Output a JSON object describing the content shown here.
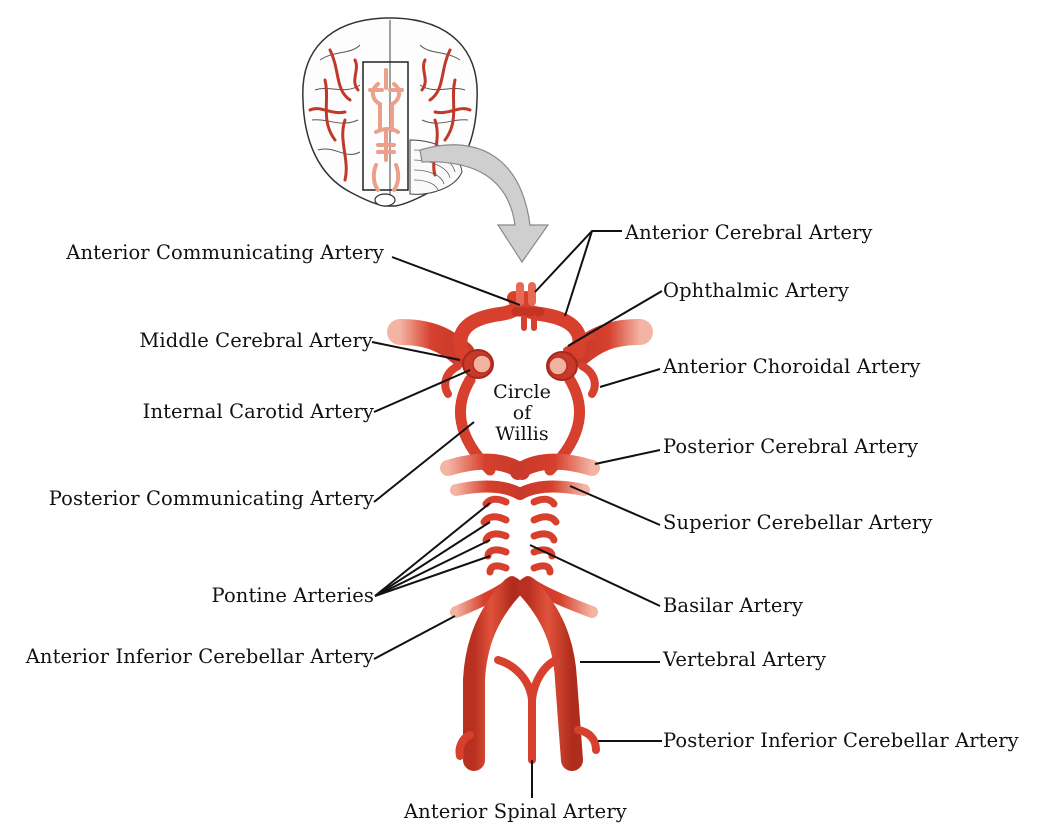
{
  "diagram": {
    "center_text": [
      "Circle",
      "of",
      "Willis"
    ],
    "labels": {
      "anterior_communicating": "Anterior Communicating Artery",
      "anterior_cerebral": "Anterior Cerebral Artery",
      "ophthalmic": "Ophthalmic Artery",
      "middle_cerebral": "Middle Cerebral Artery",
      "anterior_choroidal": "Anterior Choroidal Artery",
      "internal_carotid": "Internal Carotid Artery",
      "posterior_cerebral": "Posterior Cerebral Artery",
      "posterior_communicating": "Posterior Communicating Artery",
      "superior_cerebellar": "Superior Cerebellar Artery",
      "pontine": "Pontine Arteries",
      "basilar": "Basilar Artery",
      "anterior_inferior_cerebellar": "Anterior Inferior Cerebellar Artery",
      "vertebral": "Vertebral Artery",
      "posterior_inferior_cerebellar": "Posterior Inferior Cerebellar Artery",
      "anterior_spinal": "Anterior Spinal Artery"
    },
    "colors": {
      "artery": "#d6402d",
      "artery_dark": "#a52a1c",
      "artery_light": "#ef8a72",
      "brain_outline": "#333333",
      "arrow_fill": "#c8c8c8",
      "line": "#111111"
    }
  }
}
